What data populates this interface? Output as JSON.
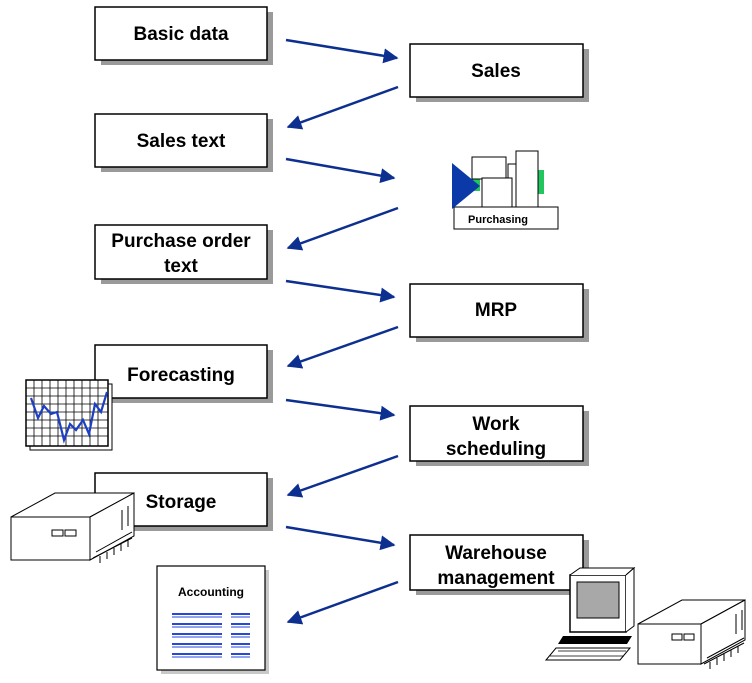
{
  "views": {
    "basic_data": "Basic data",
    "sales": "Sales",
    "sales_text": "Sales text",
    "purchasing": "Purchasing",
    "purchase_order_text": [
      "Purchase order",
      "text"
    ],
    "mrp": "MRP",
    "forecasting": "Forecasting",
    "work_scheduling": [
      "Work",
      "scheduling"
    ],
    "storage": "Storage",
    "warehouse_management": [
      "Warehouse",
      "management"
    ],
    "accounting": "Accounting"
  },
  "colors": {
    "arrow": "#0d2f8f",
    "box_shadow": "#9a9a9a",
    "purchasing_triangle": "#0b3aa8",
    "purchasing_green": "#22c55e",
    "chart_line": "#1c3fc4",
    "accounting_lines": "#2848d8"
  },
  "icons": [
    "purchasing-icon",
    "forecast-chart-icon",
    "storage-server-icon",
    "accounting-document-icon",
    "computer-icon",
    "warehouse-server-icon"
  ]
}
